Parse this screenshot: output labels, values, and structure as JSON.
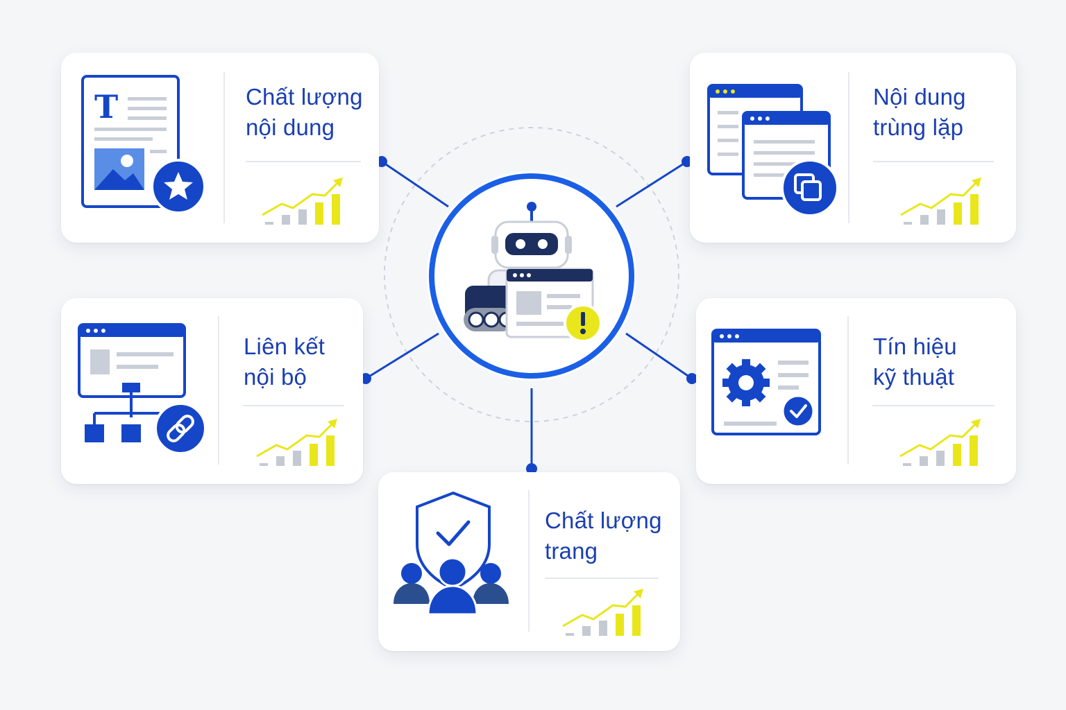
{
  "cards": {
    "content_quality": {
      "line1": "Chất lượng",
      "line2": "nội dung",
      "icon": "document-star-icon"
    },
    "duplicate_content": {
      "line1": "Nội dung",
      "line2": "trùng lặp",
      "icon": "duplicate-windows-icon"
    },
    "internal_links": {
      "line1": "Liên kết",
      "line2": "nội bộ",
      "icon": "sitemap-link-icon"
    },
    "technical_signals": {
      "line1": "Tín hiệu",
      "line2": "kỹ thuật",
      "icon": "gear-window-check-icon"
    },
    "page_quality": {
      "line1": "Chất lượng",
      "line2": "trang",
      "icon": "shield-users-icon"
    }
  },
  "center": {
    "icon": "robot-crawler-warning-icon"
  },
  "colors": {
    "primary_blue": "#1546c8",
    "light_blue": "#4a7fe0",
    "accent_yellow": "#e9e61b",
    "gray_bar": "#c4c9d2",
    "label_blue": "#1a3fb0"
  }
}
